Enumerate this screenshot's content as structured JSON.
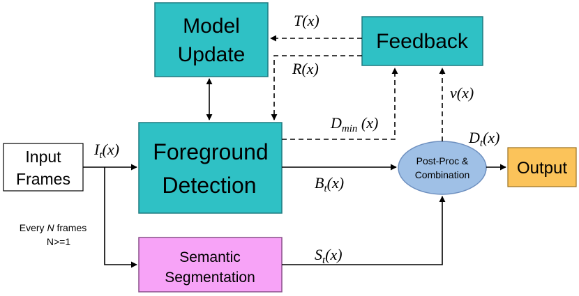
{
  "colors": {
    "teal": "#2fc1c5",
    "teal_border": "#1f7b80",
    "pink": "#f7a3f7",
    "pink_border": "#8a4f8a",
    "ellipse": "#9fc0e6",
    "ellipse_border": "#6d8fbf",
    "output": "#fbc35a",
    "output_border": "#9a7020"
  },
  "boxes": {
    "model_update": {
      "line1": "Model",
      "line2": "Update"
    },
    "feedback": {
      "label": "Feedback"
    },
    "input_frames": {
      "line1": "Input",
      "line2": "Frames"
    },
    "foreground_detection": {
      "line1": "Foreground",
      "line2": "Detection"
    },
    "post_proc": {
      "line1": "Post-Proc &",
      "line2": "Combination"
    },
    "output": {
      "label": "Output"
    },
    "semantic_segmentation": {
      "line1": "Semantic",
      "line2": "Segmentation"
    }
  },
  "signals": {
    "t": {
      "base": "T",
      "arg": "(x)"
    },
    "r": {
      "base": "R",
      "arg": "(x)"
    },
    "v": {
      "base": "v",
      "arg": "(x)"
    },
    "dmin": {
      "base": "D",
      "sub": "min",
      "arg": " (x)"
    },
    "dt": {
      "base": "D",
      "sub": "t",
      "arg": "(x)"
    },
    "it": {
      "base": "I",
      "sub": "t",
      "arg": "(x)"
    },
    "bt": {
      "base": "B",
      "sub": "t",
      "arg": "(x)"
    },
    "st": {
      "base": "S",
      "sub": "t",
      "arg": "(x)"
    }
  },
  "note": {
    "prefix": "Every ",
    "var": "N",
    "suffix": " frames",
    "line2": "N>=1"
  }
}
